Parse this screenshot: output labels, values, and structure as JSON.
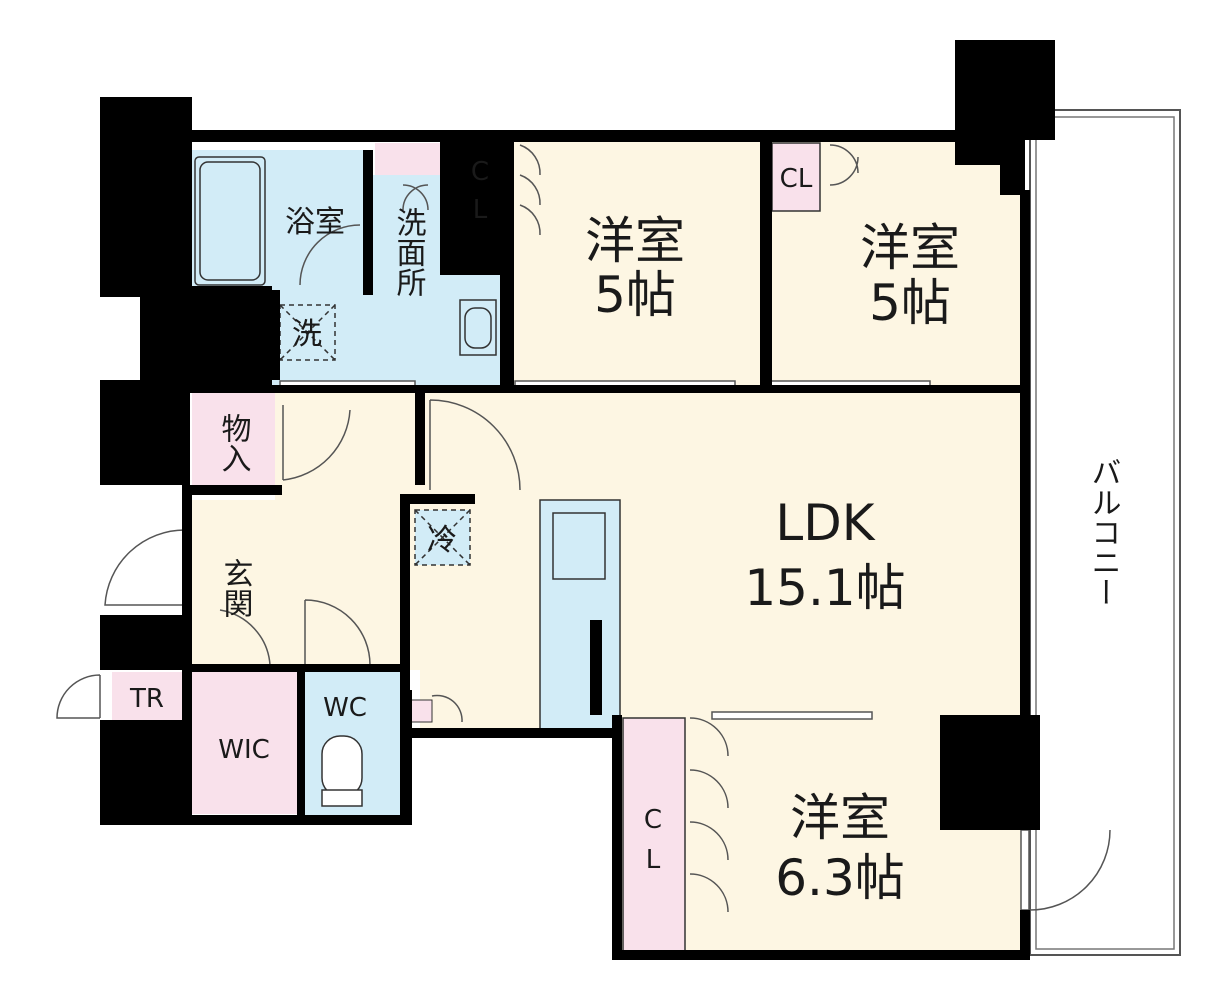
{
  "rooms": {
    "western1": {
      "name": "洋室",
      "size": "5帖"
    },
    "western2": {
      "name": "洋室",
      "size": "5帖"
    },
    "western3": {
      "name": "洋室",
      "size": "6.3帖"
    },
    "ldk": {
      "name": "LDK",
      "size": "15.1帖"
    },
    "bath": "浴室",
    "washroom": "洗面所",
    "washer": "洗",
    "storage": "物入",
    "entrance": "玄関",
    "fridge": "冷",
    "toilet": "WC",
    "walkin_closet": "WIC",
    "trunk_room": "TR",
    "closet": "CL",
    "closet_stacked": [
      "C",
      "L"
    ],
    "balcony": "バルコニー"
  },
  "colors": {
    "wall": "#000000",
    "room_floor": "#fdf6e3",
    "wet_area": "#d2ecf7",
    "closet": "#f9e1eb",
    "window": "#ffffff",
    "door_line": "#555555"
  }
}
